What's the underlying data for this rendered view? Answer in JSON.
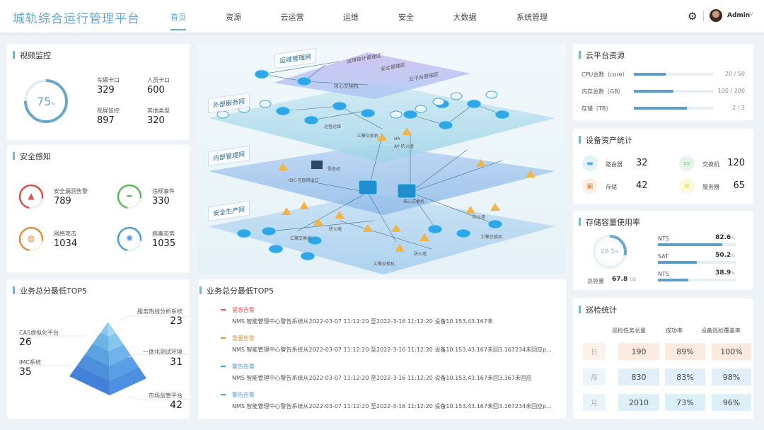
{
  "header": {
    "title": "城轨综合运行管理平台",
    "nav": [
      "首页",
      "资源",
      "云运营",
      "运维",
      "安全",
      "大数据",
      "系统管理"
    ],
    "active": "首页",
    "user": "Admin"
  },
  "video": {
    "title": "视频监控",
    "percent": 75,
    "percent_label": "75",
    "unit": "%",
    "items": [
      {
        "label": "车辆卡口",
        "value": "329"
      },
      {
        "label": "人员卡口",
        "value": "600"
      },
      {
        "label": "视屏监控",
        "value": "897"
      },
      {
        "label": "其他类型",
        "value": "320"
      }
    ]
  },
  "security": {
    "title": "安全感知",
    "items": [
      {
        "label": "安全漏洞告警",
        "value": "789",
        "color": "#d9534f",
        "icon": "warning-icon"
      },
      {
        "label": "违规事件",
        "value": "330",
        "color": "#5cb85c",
        "icon": "no-entry-icon"
      },
      {
        "label": "网络攻击",
        "value": "1034",
        "color": "#e0913a",
        "icon": "planet-icon"
      },
      {
        "label": "病毒态势",
        "value": "1035",
        "color": "#4a9fd8",
        "icon": "virus-icon"
      }
    ]
  },
  "top5": {
    "title": "业务总分最低TOP5",
    "items": [
      {
        "label": "服务热线分析系统",
        "value": "23"
      },
      {
        "label": "CAS虚拟化平台",
        "value": "26"
      },
      {
        "label": "一体化测试环境",
        "value": "31"
      },
      {
        "label": "IMC系统",
        "value": "35"
      },
      {
        "label": "市场监管平台",
        "value": "42"
      }
    ]
  },
  "diagram": {
    "layers": [
      "运维管理网",
      "外部服务网",
      "内部管理网",
      "安全生产网"
    ],
    "zones": [
      "运维审计管理区",
      "安全管理区",
      "云平台管理区"
    ],
    "labels": {
      "core": "核心交换机",
      "agg": "汇聚交换机",
      "ap_fw": "AP-防火墙",
      "ha": "HA",
      "fw": "防火墙",
      "idc": "IDC-互联网出口",
      "bastion": "堡垒机",
      "ops": "运营运维"
    }
  },
  "alerts": {
    "title": "业务总分最低TOP5",
    "items": [
      {
        "category": "紧急告警",
        "color": "#d9534f",
        "text": "NMS 智能管理中心警告系统从2022-03-07  11:12:20  至2022-3-16  11:12:20 设备10.153.43.167未"
      },
      {
        "category": "重要告警",
        "color": "#e8954a",
        "text": "NMS 智能管理中心警告系统从2022-03-07  11:12:20  至2022-3-16  11:12:20 设备10.153.43.167未回3.167234未回应p..."
      },
      {
        "category": "警告告警",
        "color": "#4a9fd8",
        "text": "NMS 智能管理中心警告系统从2022-03-07  11:12:20  至2022-3-16  11:12:20 设备10.153.43.167未回3.167未回应"
      },
      {
        "category": "警告告警",
        "color": "#4a9fd8",
        "text": "NMS 智能管理中心警告系统从2022-03-07  11:12:20  至2022-3-16  11:12:20 设备10.153.43.167未回3.167234未回应p..."
      }
    ]
  },
  "cloud": {
    "title": "云平台资源",
    "items": [
      {
        "label": "CPU总数（core）",
        "used": 20,
        "total": 50,
        "used_label": "20",
        "total_label": "50"
      },
      {
        "label": "内存总数（GB）",
        "used": 100,
        "total": 200,
        "used_label": "100",
        "total_label": "200"
      },
      {
        "label": "存储（TB）",
        "used": 2,
        "total": 3,
        "used_label": "2",
        "total_label": "3"
      }
    ]
  },
  "assets": {
    "title": "设备资产统计",
    "items": [
      {
        "label": "路由器",
        "value": "32",
        "color": "#5aa7d6",
        "bg": "#e3f1fa",
        "icon": "router-icon"
      },
      {
        "label": "交换机",
        "value": "120",
        "color": "#5cbf6a",
        "bg": "#e4f6e7",
        "icon": "switch-icon"
      },
      {
        "label": "存储",
        "value": "42",
        "color": "#e8954a",
        "bg": "#fcefe3",
        "icon": "storage-icon"
      },
      {
        "label": "服务器",
        "value": "65",
        "color": "#e3d23a",
        "bg": "#fbf8dc",
        "icon": "server-icon"
      }
    ]
  },
  "storage": {
    "title": "存储容量使用率",
    "percent": 28.5,
    "percent_label": "28.5",
    "unit": "%",
    "total_label": "总容量",
    "total_value": "67.8",
    "total_unit": "GB",
    "items": [
      {
        "label": "NTS",
        "value": 82.6,
        "value_label": "82.6",
        "unit": "%"
      },
      {
        "label": "SAT",
        "value": 50.2,
        "value_label": "50.2",
        "unit": "%"
      },
      {
        "label": "NTS",
        "value": 38.9,
        "value_label": "38.9",
        "unit": "%"
      }
    ]
  },
  "patrol": {
    "title": "巡检统计",
    "headers": [
      "巡检任务总量",
      "成功率",
      "设备巡检覆盖率"
    ],
    "rows": [
      {
        "period": "日",
        "values": [
          "190",
          "89%",
          "100%"
        ],
        "bg": "#fbeadd"
      },
      {
        "period": "周",
        "values": [
          "830",
          "83%",
          "98%"
        ],
        "bg": "#e2eefa"
      },
      {
        "period": "月",
        "values": [
          "2010",
          "73%",
          "96%"
        ],
        "bg": "#dcf0f7"
      }
    ]
  }
}
